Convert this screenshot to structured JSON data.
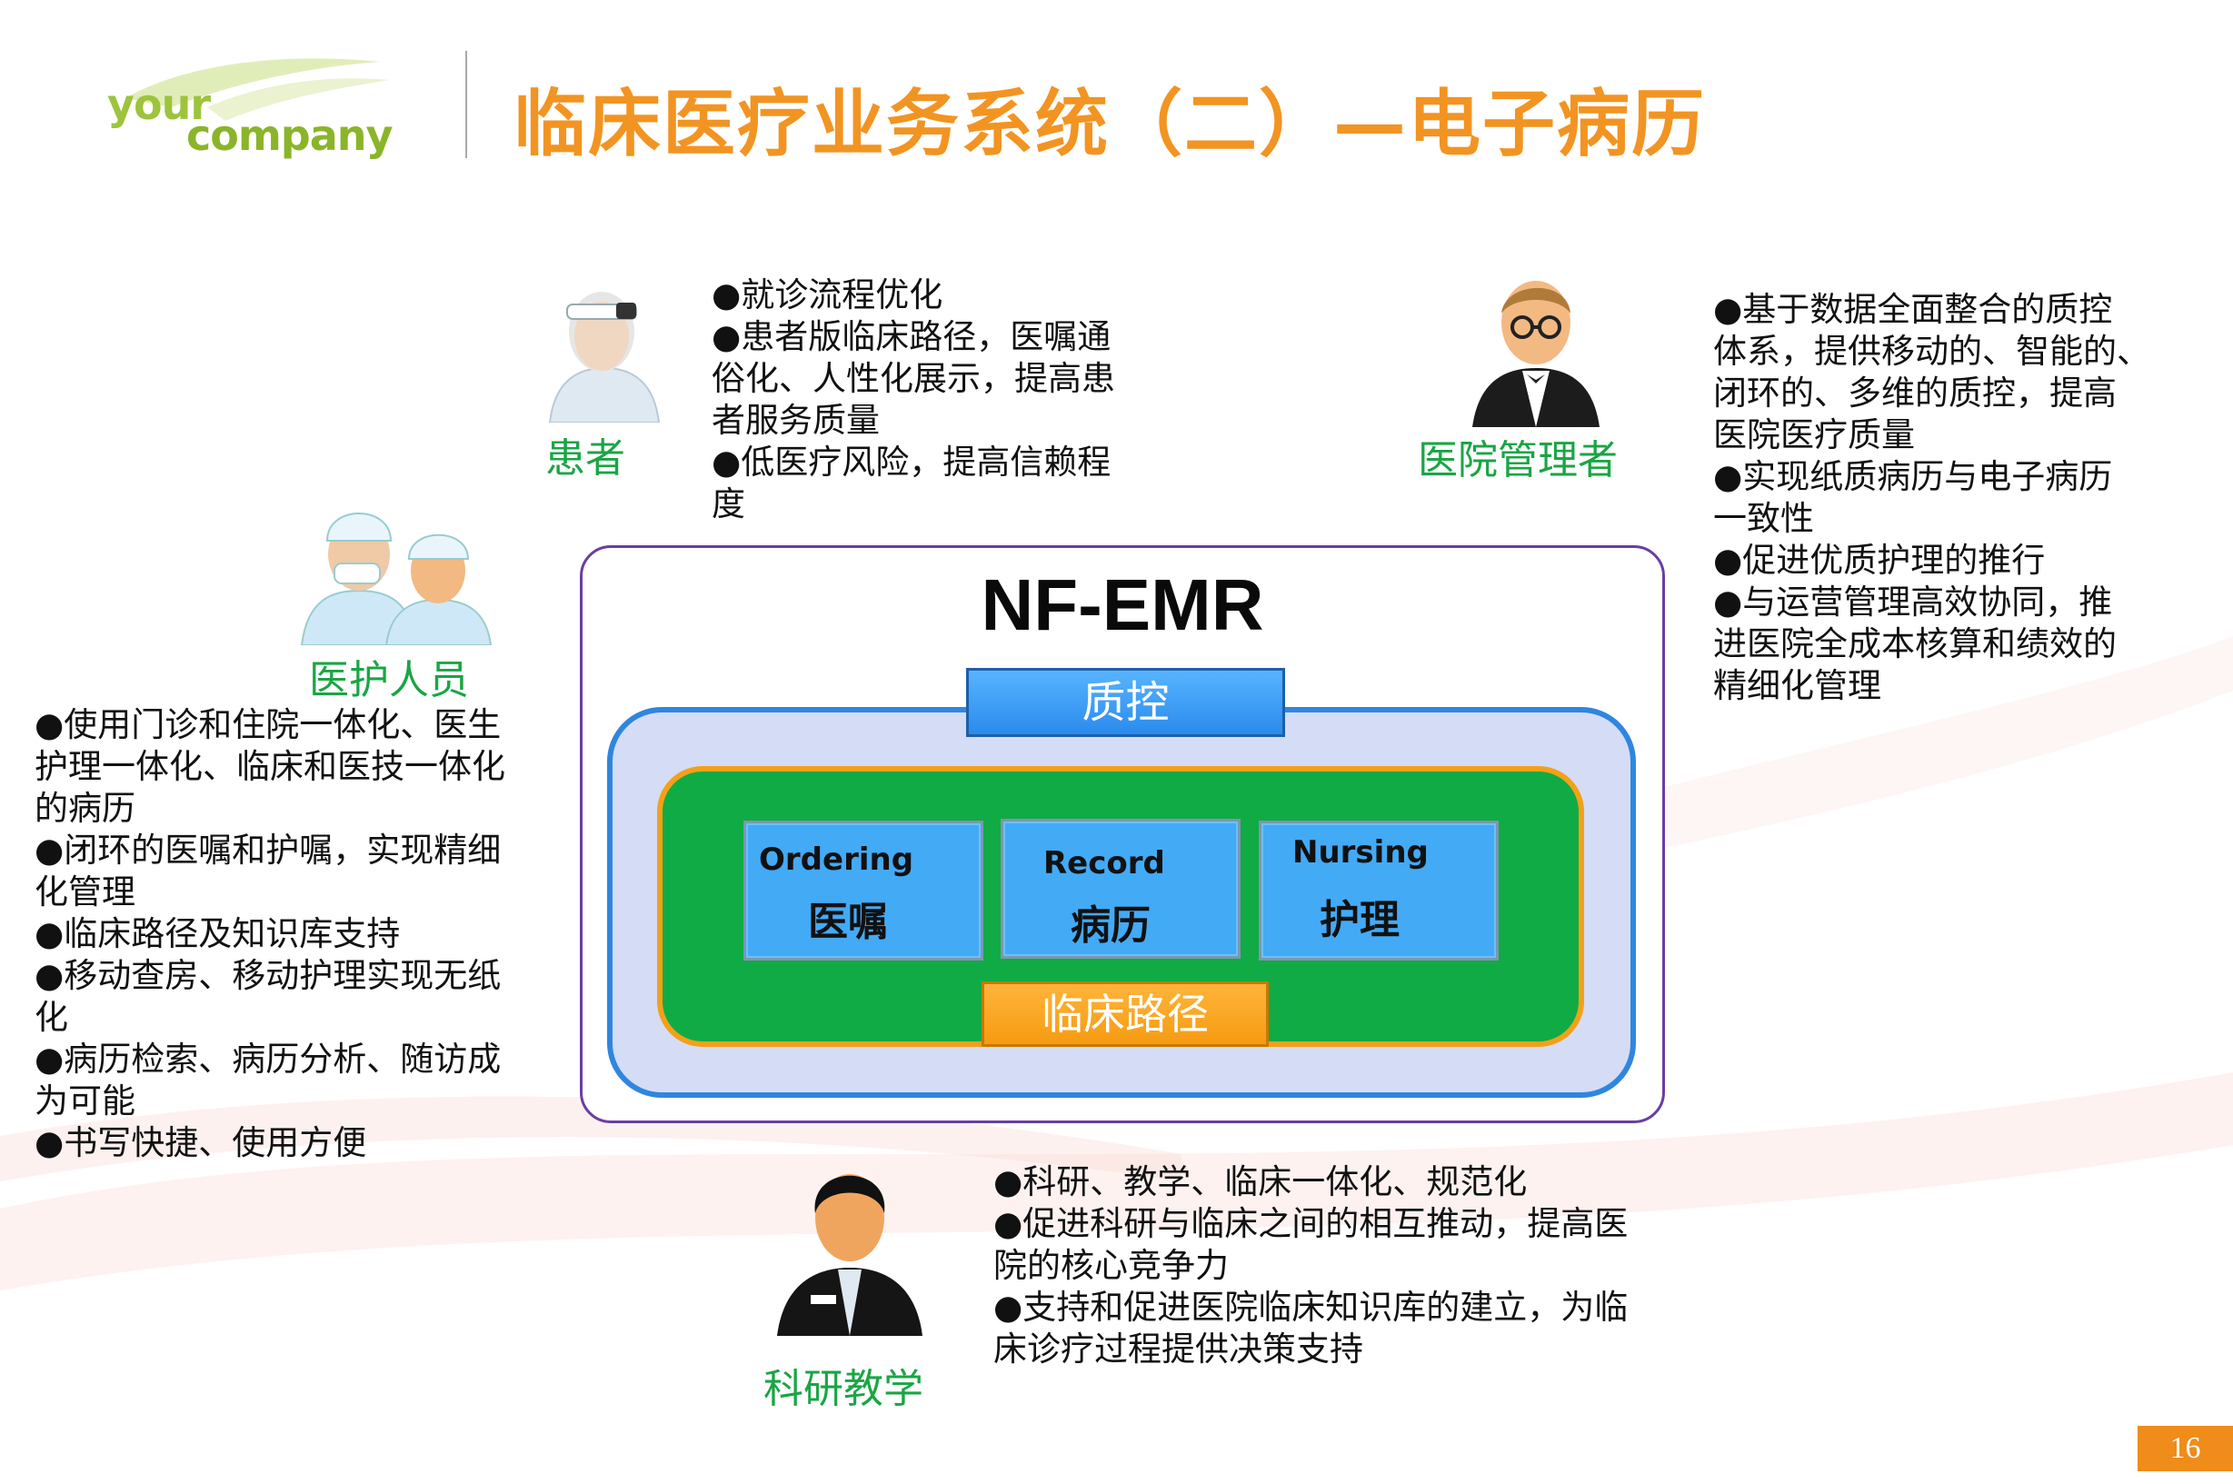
{
  "logo": {
    "line1": "your",
    "line2": "company"
  },
  "title": "临床医疗业务系统（二）—电子病历",
  "roles": {
    "patient": {
      "label": "患者",
      "text": "●就诊流程优化\n●患者版临床路径，医嘱通\n俗化、人性化展示，提高患\n者服务质量\n●低医疗风险，提高信赖程\n度"
    },
    "manager": {
      "label": "医院管理者",
      "text": "●基于数据全面整合的质控\n体系，提供移动的、智能的、\n闭环的、多维的质控，提高\n医院医疗质量\n●实现纸质病历与电子病历\n一致性\n●促进优质护理的推行\n●与运营管理高效协同，推\n进医院全成本核算和绩效的\n精细化管理"
    },
    "staff": {
      "label": "医护人员",
      "text": "●使用门诊和住院一体化、医生\n护理一体化、临床和医技一体化\n的病历\n●闭环的医嘱和护嘱，实现精细\n化管理\n●临床路径及知识库支持\n●移动查房、移动护理实现无纸\n化\n●病历检索、病历分析、随访成\n为可能\n●书写快捷、使用方便"
    },
    "research": {
      "label": "科研教学",
      "text": "●科研、教学、临床一体化、规范化\n●促进科研与临床之间的相互推动，提高医\n院的核心竞争力\n●支持和促进医院临床知识库的建立，为临\n床诊疗过程提供决策支持"
    }
  },
  "diagram": {
    "system_name": "NF-EMR",
    "quality_control": "质控",
    "clinical_pathway": "临床路径",
    "modules": [
      {
        "en": "Ordering",
        "zh": "医嘱"
      },
      {
        "en": "Record",
        "zh": "病历"
      },
      {
        "en": "Nursing",
        "zh": "护理"
      }
    ]
  },
  "page_number": "16",
  "colors": {
    "title": "#f29422",
    "role_label": "#1aa545",
    "accent_blue": "#2f86e0",
    "accent_green": "#10ab45",
    "accent_orange": "#f4a019"
  }
}
